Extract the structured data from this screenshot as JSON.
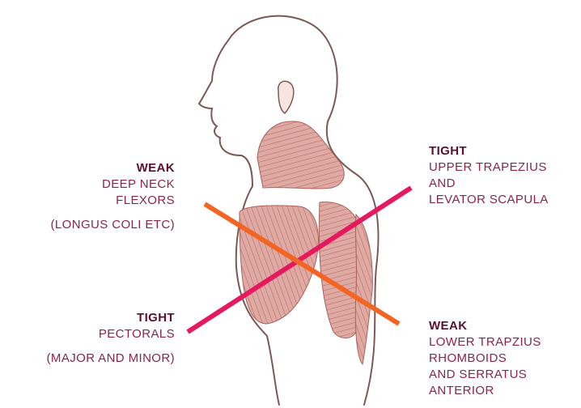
{
  "labels": {
    "weak_neck": {
      "heading": "WEAK",
      "line1": "DEEP NECK",
      "line2": "FLEXORS",
      "line3": "(LONGUS COLI ETC)"
    },
    "tight_upper": {
      "heading": "TIGHT",
      "line1": "UPPER TRAPEZIUS",
      "line2": "AND",
      "line3": "LEVATOR SCAPULA"
    },
    "tight_pecs": {
      "heading": "TIGHT",
      "line1": "PECTORALS",
      "line2": "(MAJOR AND MINOR)"
    },
    "weak_lower": {
      "heading": "WEAK",
      "line1": "LOWER TRAPZIUS",
      "line2": "RHOMBOIDS",
      "line3": "AND SERRATUS",
      "line4": "ANTERIOR"
    }
  },
  "colors": {
    "heading": "#5b1030",
    "text": "#8b2446",
    "cross_pink": "#e6195f",
    "cross_orange": "#f26522",
    "outline": "#7a5a52",
    "muscle": "#d9a19a",
    "muscle_dark": "#c07a72"
  }
}
